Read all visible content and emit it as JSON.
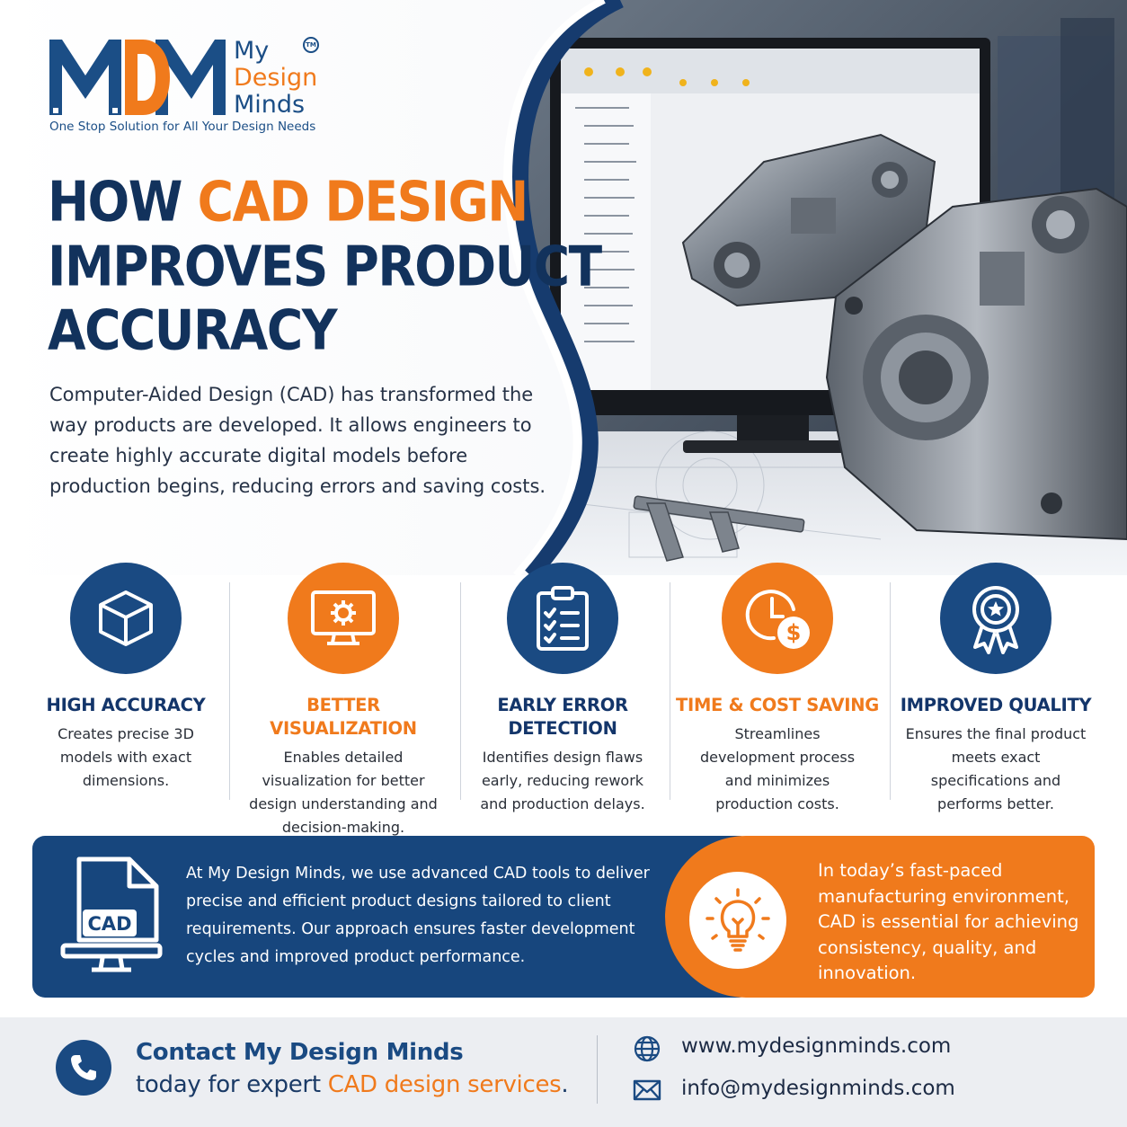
{
  "brand": {
    "logo_letters": "MDM",
    "name_line1": "My",
    "name_line2": "Design",
    "name_line3": "Minds",
    "tm": "TM",
    "tagline": "One Stop Solution for All Your Design Needs"
  },
  "headline": {
    "part1": "HOW ",
    "part2_highlight": "CAD DESIGN",
    "line2": "IMPROVES PRODUCT",
    "line3": "ACCURACY"
  },
  "intro": "Computer-Aided Design (CAD) has transformed the way products are developed. It allows engineers to create highly accurate digital models before production begins, reducing errors and saving costs.",
  "features": [
    {
      "icon": "cube-icon",
      "title": "HIGH ACCURACY",
      "desc": "Creates precise 3D models with exact dimensions."
    },
    {
      "icon": "monitor-gear-icon",
      "title": "BETTER VISUALIZATION",
      "desc": "Enables detailed visualization for better design understanding and decision-making."
    },
    {
      "icon": "clipboard-checklist-icon",
      "title": "EARLY ERROR DETECTION",
      "desc": "Identifies design flaws early, reducing rework and production delays."
    },
    {
      "icon": "clock-dollar-icon",
      "title": "TIME & COST SAVING",
      "desc": "Streamlines development process and minimizes production costs."
    },
    {
      "icon": "award-ribbon-icon",
      "title": "IMPROVED QUALITY",
      "desc": "Ensures the final product meets exact specifications and performs better."
    }
  ],
  "banner": {
    "cad_label": "CAD",
    "left_text": "At My Design Minds, we use advanced CAD tools to deliver precise and efficient product designs tailored to client requirements. Our approach ensures faster development cycles and improved product performance.",
    "right_text": "In today’s fast-paced manufacturing environment, CAD is essential for achieving consistency, quality, and innovation."
  },
  "footer": {
    "contact_line1": "Contact My Design Minds",
    "contact_line2_prefix": "today for expert ",
    "contact_line2_highlight": "CAD design services",
    "contact_line2_suffix": ".",
    "website": "www.mydesignminds.com",
    "email": "info@mydesignminds.com"
  },
  "colors": {
    "navy": "#12325c",
    "blue": "#1a4a82",
    "orange": "#f07a1c"
  }
}
